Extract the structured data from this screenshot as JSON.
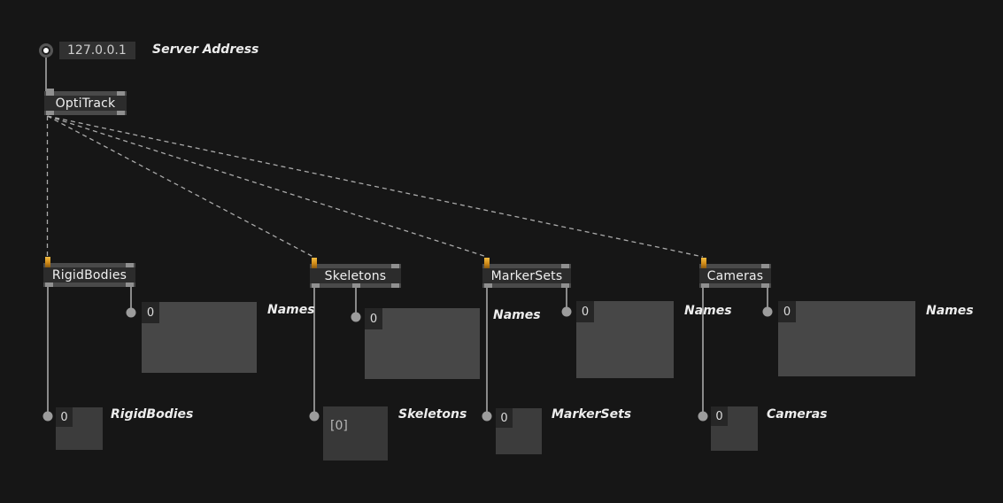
{
  "colors": {
    "background": "#161616",
    "node_body": "#2c2c2c",
    "node_bar": "#4a4a4a",
    "pin_gray": "#909090",
    "connected_inlet_orange": "#d08a18",
    "wire_solid": "#8a8a8a",
    "wire_dashed": "#aaaaaa",
    "junction_dot": "#9c9c9c",
    "iobox_large": "#474747",
    "iobox_small": "#3c3c3c",
    "count_box": "#262626"
  },
  "server": {
    "address": "127.0.0.1",
    "comment": "Server Address"
  },
  "optitrack": {
    "title": "OptiTrack"
  },
  "nodes": [
    {
      "title": "RigidBodies",
      "names_count": "0",
      "names_comment": "Names",
      "value": "0",
      "value_comment": "RigidBodies"
    },
    {
      "title": "Skeletons",
      "names_count": "0",
      "names_comment": "Names",
      "value": "[0]",
      "value_comment": "Skeletons"
    },
    {
      "title": "MarkerSets",
      "names_count": "0",
      "names_comment": "Names",
      "value": "0",
      "value_comment": "MarkerSets"
    },
    {
      "title": "Cameras",
      "names_count": "0",
      "names_comment": "Names",
      "value": "0",
      "value_comment": "Cameras"
    }
  ]
}
